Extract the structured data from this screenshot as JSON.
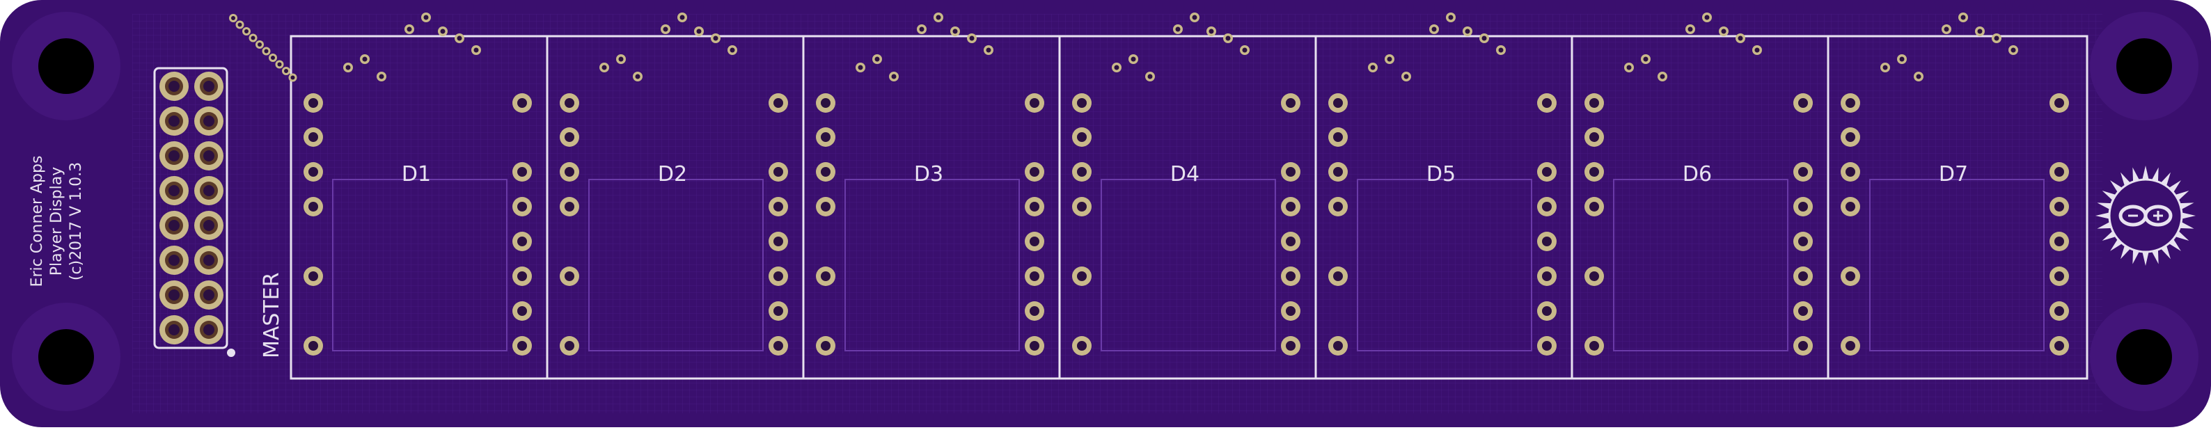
{
  "board": {
    "colors": {
      "substrate": "#3a0f6e",
      "copper_fill": "#4d1a8c",
      "trace": "#5b25a3",
      "silkscreen": "#e8e2f0",
      "pad_ring": "#c9b98a",
      "drill": "#2b1040",
      "mount_hole": "#000000"
    },
    "credit": {
      "line1": "Eric Conner Apps",
      "line2": "Player Display",
      "line3": "(c)2017  V 1.0.3"
    },
    "master_label": "MASTER",
    "displays": [
      {
        "label": "D1"
      },
      {
        "label": "D2"
      },
      {
        "label": "D3"
      },
      {
        "label": "D4"
      },
      {
        "label": "D5"
      },
      {
        "label": "D6"
      },
      {
        "label": "D7"
      }
    ],
    "logo_icon": "arduino-infinity-sun-icon"
  }
}
